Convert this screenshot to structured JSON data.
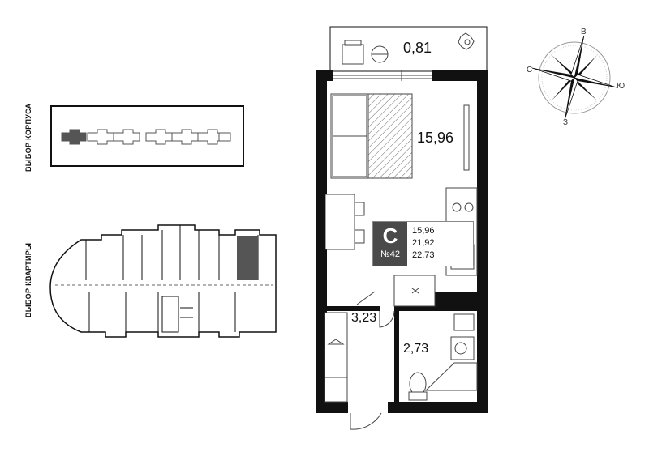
{
  "selectors": {
    "building_label": "ВЫБОР КОРПУСА",
    "apartment_label": "ВЫБОР КВАРТИРЫ"
  },
  "rooms": {
    "balcony": "0,81",
    "living": "15,96",
    "hall": "3,23",
    "bathroom": "2,73"
  },
  "apartment": {
    "type": "С",
    "number": "№42",
    "living_area": "15,96",
    "total_area": "21,92",
    "full_area": "22,73"
  },
  "compass": {
    "north": "В",
    "east": "Ю",
    "south": "З",
    "west": "С"
  },
  "colors": {
    "wall": "#111111",
    "selected_section": "#555555",
    "selected_apartment": "#555555",
    "card_bg": "#4a4a4a"
  }
}
